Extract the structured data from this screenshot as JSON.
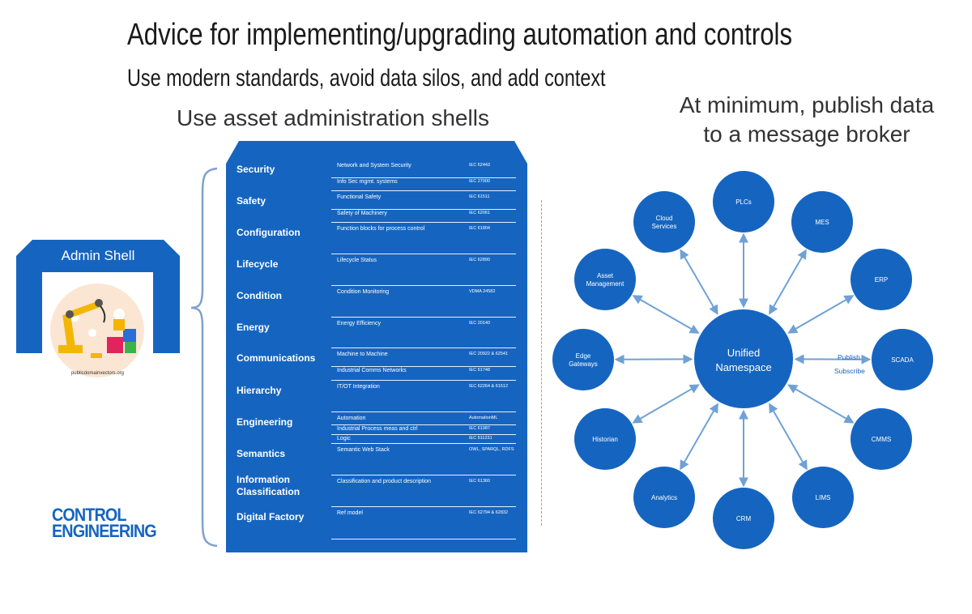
{
  "title": "Advice for implementing/upgrading automation and controls",
  "subtitle": "Use modern standards, avoid data silos, and add context",
  "left_caption": "Use asset administration shells",
  "right_caption_line1": "At minimum, publish data",
  "right_caption_line2": "to a message broker",
  "admin_shell": {
    "label": "Admin Shell",
    "image_credit": "publicdomainvectors.org"
  },
  "table": {
    "rows": [
      {
        "category": "Security",
        "items": [
          {
            "desc": "Network and System Security",
            "std": "IEC 62443"
          },
          {
            "desc": "Info Sec mgmt. systems",
            "std": "IEC 27000"
          }
        ]
      },
      {
        "category": "Safety",
        "items": [
          {
            "desc": "Functional Safety",
            "std": "IEC 61511"
          },
          {
            "desc": "Safety of Machinery",
            "std": "IEC 62061"
          }
        ]
      },
      {
        "category": "Configuration",
        "items": [
          {
            "desc": "Function blocks for process control",
            "std": "IEC 61804"
          }
        ]
      },
      {
        "category": "Lifecycle",
        "items": [
          {
            "desc": "Lifecycle Status",
            "std": "IEC 62890"
          }
        ]
      },
      {
        "category": "Condition",
        "items": [
          {
            "desc": "Condition Monitoring",
            "std": "VDMA 24582"
          }
        ]
      },
      {
        "category": "Energy",
        "items": [
          {
            "desc": "Energy Efficiency",
            "std": "IEC 20140"
          }
        ]
      },
      {
        "category": "Communications",
        "items": [
          {
            "desc": "Machine to Machine",
            "std": "IEC 20922 & 62541"
          },
          {
            "desc": "Industrial Comms Networks",
            "std": "IEC 61748"
          }
        ]
      },
      {
        "category": "Hierarchy",
        "items": [
          {
            "desc": "IT/OT Integration",
            "std": "IEC 62264 & 61512"
          }
        ]
      },
      {
        "category": "Engineering",
        "items": [
          {
            "desc": "Automation",
            "std": "AutomationML"
          },
          {
            "desc": "Industrial Process meas and ctrl",
            "std": "IEC 61987"
          },
          {
            "desc": "Logic",
            "std": "IEC 611231"
          }
        ]
      },
      {
        "category": "Semantics",
        "items": [
          {
            "desc": "Semantic Web Stack",
            "std": "OWL, SPARQL, RDFS"
          }
        ]
      },
      {
        "category": "Information Classification",
        "items": [
          {
            "desc": "Classification and product description",
            "std": "IEC 61360"
          }
        ]
      },
      {
        "category": "Digital Factory",
        "items": [
          {
            "desc": "Ref model",
            "std": "IEC 62794 & 62832"
          }
        ]
      }
    ]
  },
  "hub": {
    "center": "Unified Namespace",
    "center_line1": "Unified",
    "center_line2": "Namespace",
    "publish": "Publish",
    "subscribe": "Subscribe",
    "nodes": [
      "PLCs",
      "MES",
      "ERP",
      "SCADA",
      "CMMS",
      "LIMS",
      "CRM",
      "Analytics",
      "Historian",
      "Edge Gateways",
      "Asset Management",
      "Cloud Services"
    ],
    "color": "#1565c0",
    "arrow_color": "#6fa1d6"
  },
  "logo": {
    "line1": "CONTROL",
    "line2": "ENGINEERING"
  }
}
